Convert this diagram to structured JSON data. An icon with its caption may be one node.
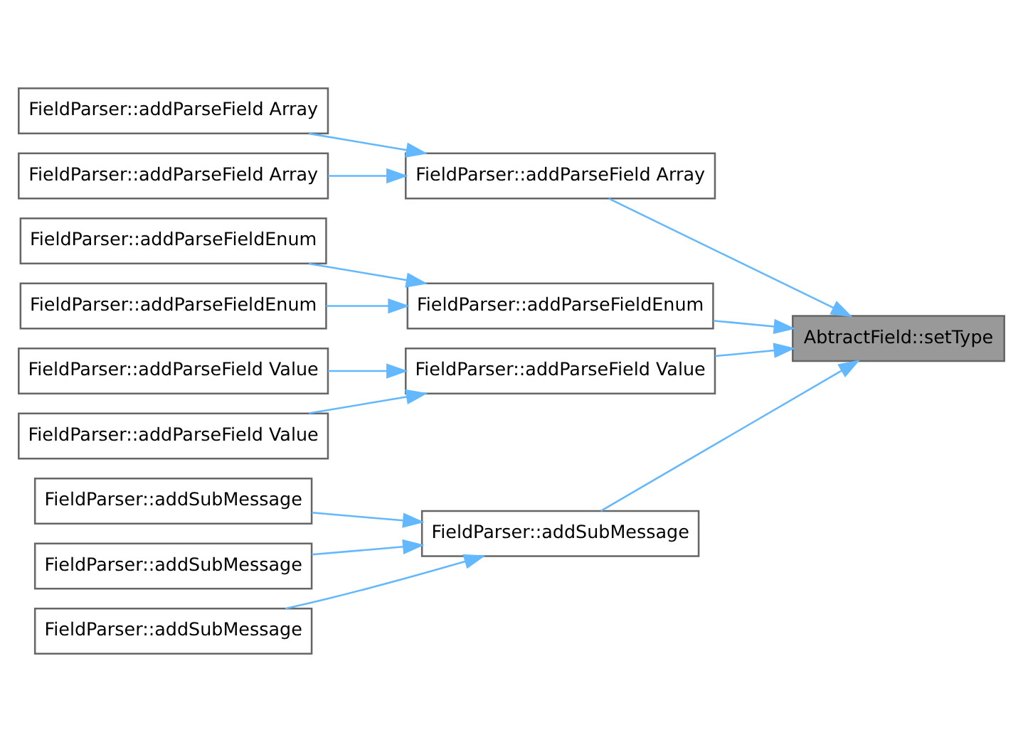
{
  "diagram": {
    "nodes": [
      {
        "text": [
          "FieldParser::addParseField Array"
        ]
      },
      {
        "text": [
          "FieldParser::addParseField Array"
        ]
      },
      {
        "text": [
          "FieldParser::addParseField Array"
        ]
      },
      {
        "text": [
          "FieldParser::addParseFieldEnum"
        ]
      },
      {
        "text": [
          "FieldParser::addParseFieldEnum"
        ]
      },
      {
        "text": [
          "FieldParser::addParseFieldEnum"
        ]
      },
      {
        "text": [
          "FieldParser::addParseField Value"
        ]
      },
      {
        "text": [
          "FieldParser::addParseField Value"
        ]
      },
      {
        "text": [
          "FieldParser::addParseField Value"
        ]
      },
      {
        "text": [
          "FieldParser::addSubMessage"
        ]
      },
      {
        "text": [
          "FieldParser::addSubMessage"
        ]
      },
      {
        "text": [
          "FieldParser::addSubMessage"
        ]
      },
      {
        "text": [
          "FieldParser::addSubMessage"
        ]
      },
      {
        "text": [
          "AbtractField::setType"
        ]
      }
    ],
    "edges": [
      {
        "from": 0,
        "to": 1,
        "arrow": "to"
      },
      {
        "from": 2,
        "to": 1,
        "arrow": "to"
      },
      {
        "from": 3,
        "to": 4,
        "arrow": "to"
      },
      {
        "from": 5,
        "to": 4,
        "arrow": "to"
      },
      {
        "from": 6,
        "to": 7,
        "arrow": "to"
      },
      {
        "from": 8,
        "to": 7,
        "arrow": "to"
      },
      {
        "from": 9,
        "to": 10,
        "arrow": "to"
      },
      {
        "from": 11,
        "to": 10,
        "arrow": "to"
      },
      {
        "from": 12,
        "to": 10,
        "arrow": "to"
      },
      {
        "from": 1,
        "to": 13,
        "arrow": "to"
      },
      {
        "from": 4,
        "to": 13,
        "arrow": "to"
      },
      {
        "from": 7,
        "to": 13,
        "arrow": "to"
      },
      {
        "from": 10,
        "to": 13,
        "arrow": "to"
      }
    ]
  }
}
